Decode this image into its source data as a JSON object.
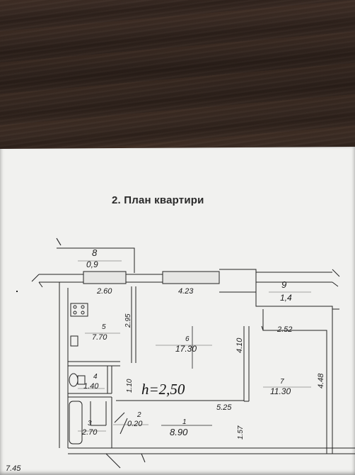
{
  "title": "2. План квартири",
  "rooms": [
    {
      "num": "8",
      "area": "0,9"
    },
    {
      "num": "9",
      "area": "1,4"
    },
    {
      "num": "5",
      "area": "7.70"
    },
    {
      "num": "6",
      "area": "17.30"
    },
    {
      "num": "7",
      "area": "11.30"
    },
    {
      "num": "4",
      "area": "1.40"
    },
    {
      "num": "2",
      "area": "0.20"
    },
    {
      "num": "1",
      "area": "8.90"
    },
    {
      "num": "3",
      "area": "2.70"
    }
  ],
  "dimensions": [
    "2.60",
    "4.23",
    "2.52",
    "2.95",
    "4.10",
    "4.48",
    "1.10",
    "5.25",
    "1.57",
    "7.45"
  ],
  "height_note": "h=2,50"
}
